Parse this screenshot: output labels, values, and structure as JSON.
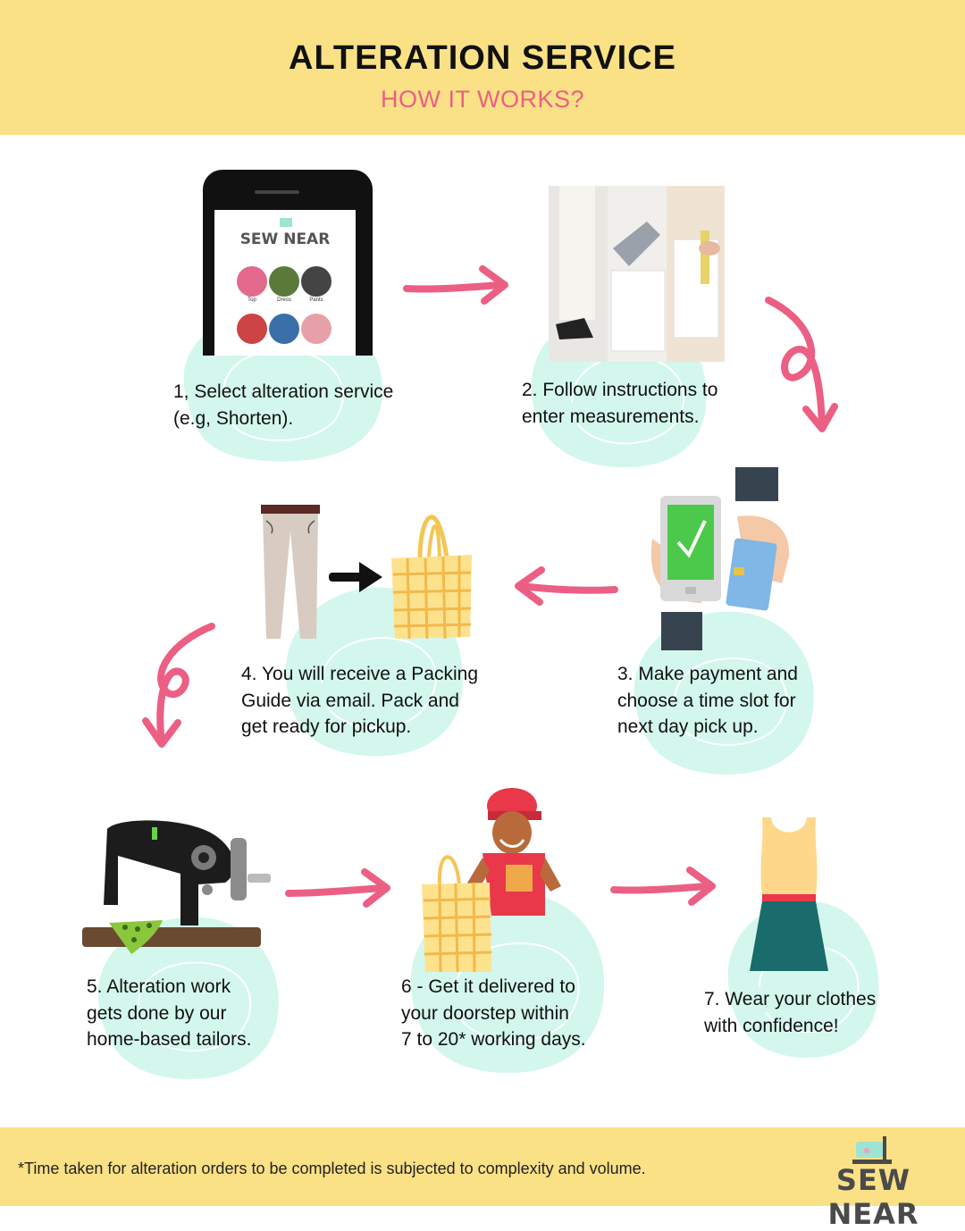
{
  "header": {
    "title": "ALTERATION SERVICE",
    "subtitle": "HOW IT WORKS?"
  },
  "phone": {
    "brand": "SEW NEAR",
    "categories": [
      "Top",
      "Dress",
      "Pants"
    ]
  },
  "steps": [
    {
      "number": 1,
      "text": "1, Select alteration service\n(e.g, Shorten)."
    },
    {
      "number": 2,
      "text": "2. Follow instructions to\nenter measurements."
    },
    {
      "number": 3,
      "text": "3. Make payment and\nchoose a time slot for\nnext day pick up."
    },
    {
      "number": 4,
      "text": "4. You will receive a Packing\nGuide via email. Pack and\nget ready for pickup."
    },
    {
      "number": 5,
      "text": "5. Alteration work\ngets done by our\nhome-based tailors."
    },
    {
      "number": 6,
      "text": "6 - Get it delivered to\nyour doorstep within\n7 to 20* working days."
    },
    {
      "number": 7,
      "text": "7. Wear your clothes\nwith confidence!"
    }
  ],
  "footer": {
    "note": "*Time taken for alteration orders to be completed is subjected to complexity and volume.",
    "logo_text": "SEW NEAR"
  },
  "colors": {
    "banner": "#fae186",
    "accent_pink": "#ec5f84",
    "blob_mint": "#d3f7ec",
    "text": "#111111"
  },
  "icons": [
    "phone-app-icon",
    "measurement-photo-icon",
    "payment-icon",
    "packing-icon",
    "sewing-machine-icon",
    "delivery-person-icon",
    "dress-icon",
    "arrow-right-icon",
    "arrow-left-icon",
    "arrow-curly-down-icon",
    "sewing-machine-logo-icon"
  ]
}
